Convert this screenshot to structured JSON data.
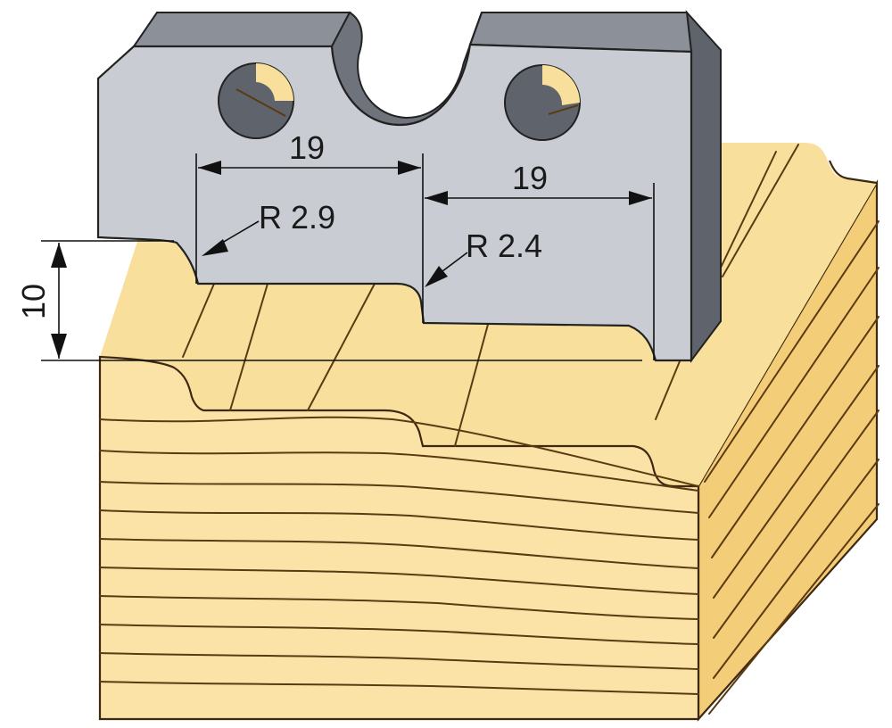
{
  "diagram": {
    "dimensions": {
      "width_left": "19",
      "width_right": "19",
      "radius_left": "R 2.9",
      "radius_right": "R 2.4",
      "height": "10"
    },
    "colors": {
      "wood_face": "#fbe3a8",
      "wood_top": "#f8df9c",
      "wood_side": "#f3cd78",
      "wood_grain": "#5b3a12",
      "blade_face": "#c9ccd2",
      "blade_edge": "#5f636b",
      "blade_bevel": "#8b9099",
      "outline": "#222222"
    }
  }
}
